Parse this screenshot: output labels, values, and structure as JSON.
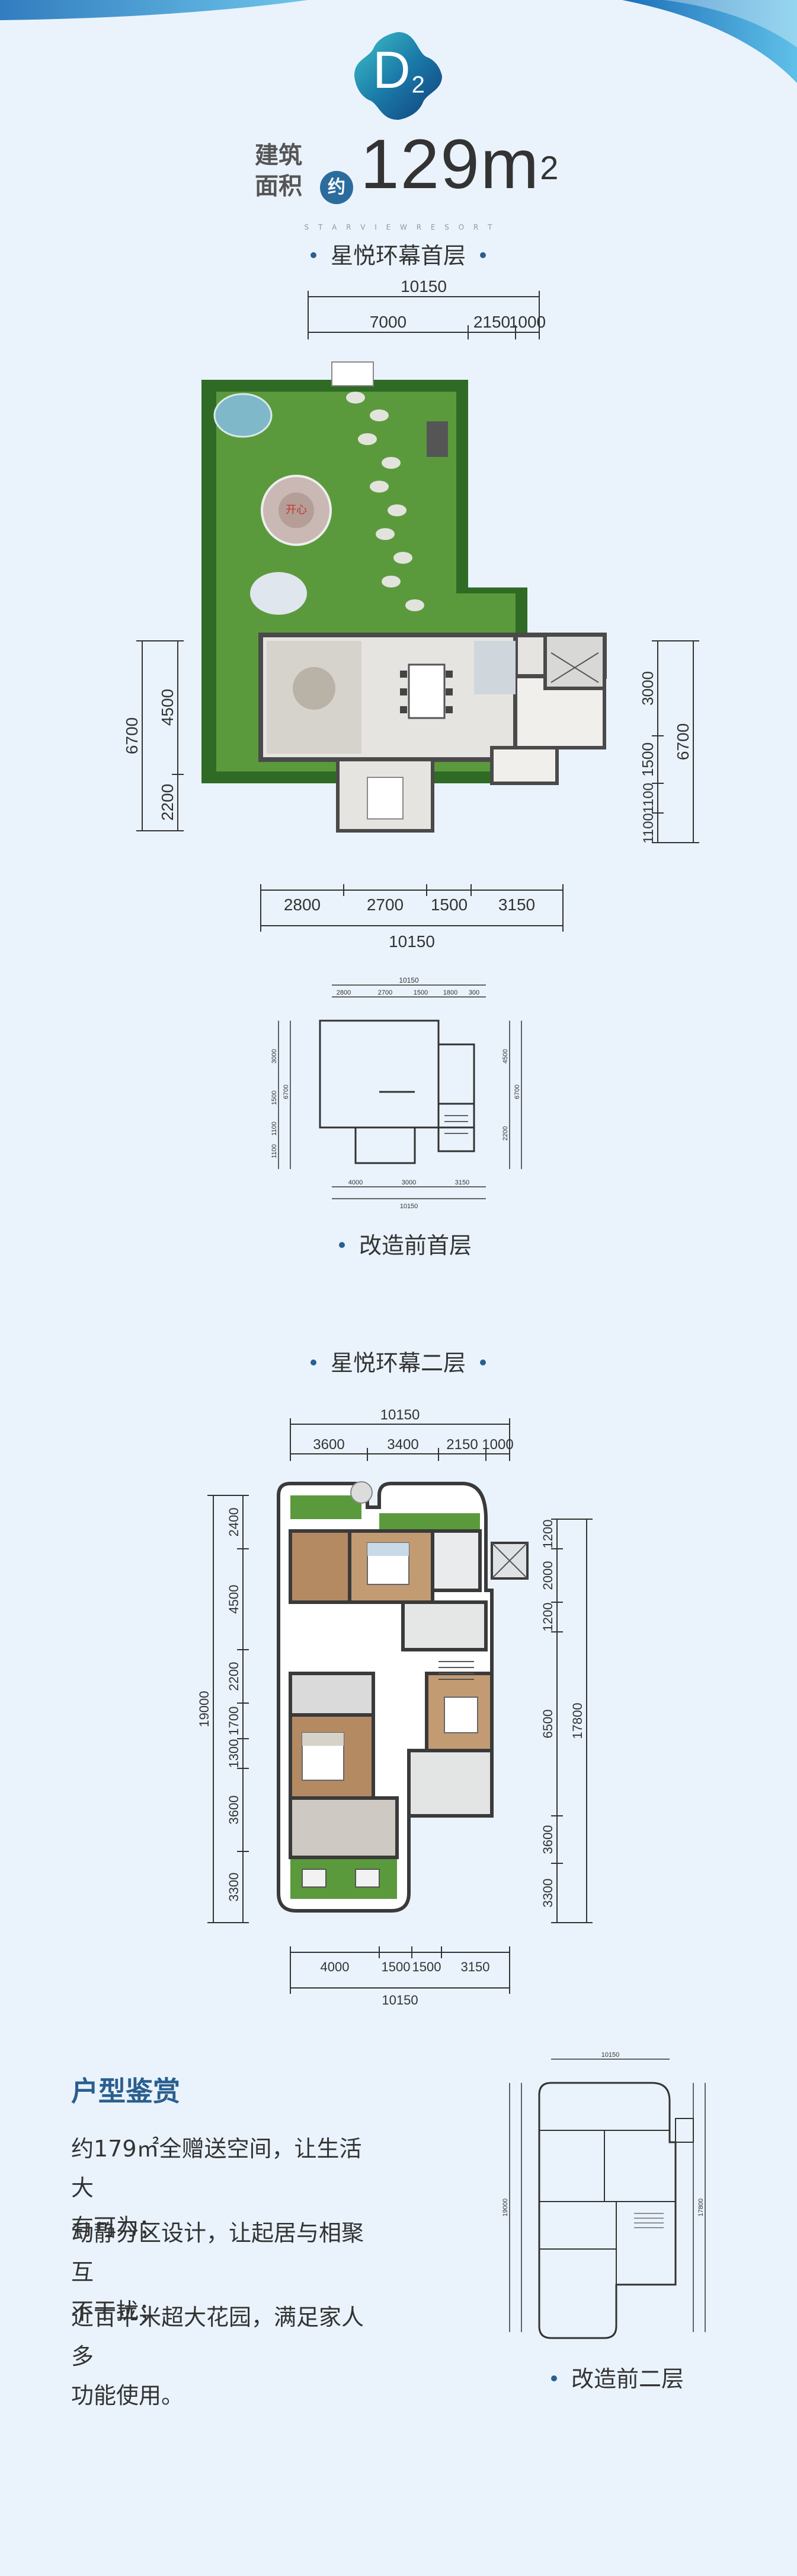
{
  "badge": {
    "letter": "D",
    "num": "2"
  },
  "area": {
    "label_line1": "建筑",
    "label_line2": "面积",
    "approx": "约",
    "value": "129m",
    "sup": "2"
  },
  "tagline": "S T A R V I E W   R E S O R T",
  "floor1": {
    "title": "星悦环幕首层",
    "top_total": "10150",
    "top_dims": [
      "7000",
      "2150",
      "1000"
    ],
    "left_dims": [
      "4500",
      "2200"
    ],
    "left_total": "6700",
    "right_dims": [
      "3000",
      "1500",
      "1100",
      "1100"
    ],
    "right_total": "6700",
    "bottom_dims": [
      "2800",
      "2700",
      "1500",
      "3150"
    ],
    "bottom_total": "10150",
    "sign_text": "开心"
  },
  "floor1_before": {
    "title": "改造前首层",
    "top_total": "10150",
    "top_dims": [
      "2800",
      "2700",
      "1500",
      "1800",
      "300"
    ],
    "left_dims": [
      "3000",
      "1500",
      "1100",
      "1100"
    ],
    "left_total": "6700",
    "right_dims": [
      "4500",
      "2200"
    ],
    "right_total": "6700",
    "bottom_dims": [
      "4000",
      "3000",
      "3150"
    ],
    "bottom_total": "10150"
  },
  "floor2": {
    "title": "星悦环幕二层",
    "top_total": "10150",
    "top_dims": [
      "3600",
      "3400",
      "2150",
      "1000"
    ],
    "left_dims": [
      "2400",
      "4500",
      "2200",
      "1700",
      "1300",
      "3600",
      "3300"
    ],
    "left_total": "19000",
    "right_dims": [
      "1200",
      "2000",
      "1200",
      "6500",
      "3600",
      "3300"
    ],
    "right_total": "17800",
    "bottom_dims": [
      "4000",
      "1500",
      "1500",
      "3150"
    ],
    "bottom_total": "10150"
  },
  "floor2_before": {
    "title": "改造前二层",
    "top_total": "10150",
    "left_total": "19000",
    "right_total": "17800"
  },
  "description": {
    "title": "户型鉴赏",
    "para1_line1": "约179㎡全赠送空间，让生活大",
    "para1_line2": "有可为；",
    "para2_line1": "动静分区设计，让起居与相聚互",
    "para2_line2": "不干扰；",
    "para3_line1": "近百平米超大花园，满足家人多",
    "para3_line2": "功能使用。"
  },
  "colors": {
    "background": "#eaf3fc",
    "accent": "#2a5f8f",
    "lawn": "#5b9a3c",
    "hedge": "#2f6b25",
    "floor": "#e6e4e0",
    "wall": "#4a4a4a"
  }
}
